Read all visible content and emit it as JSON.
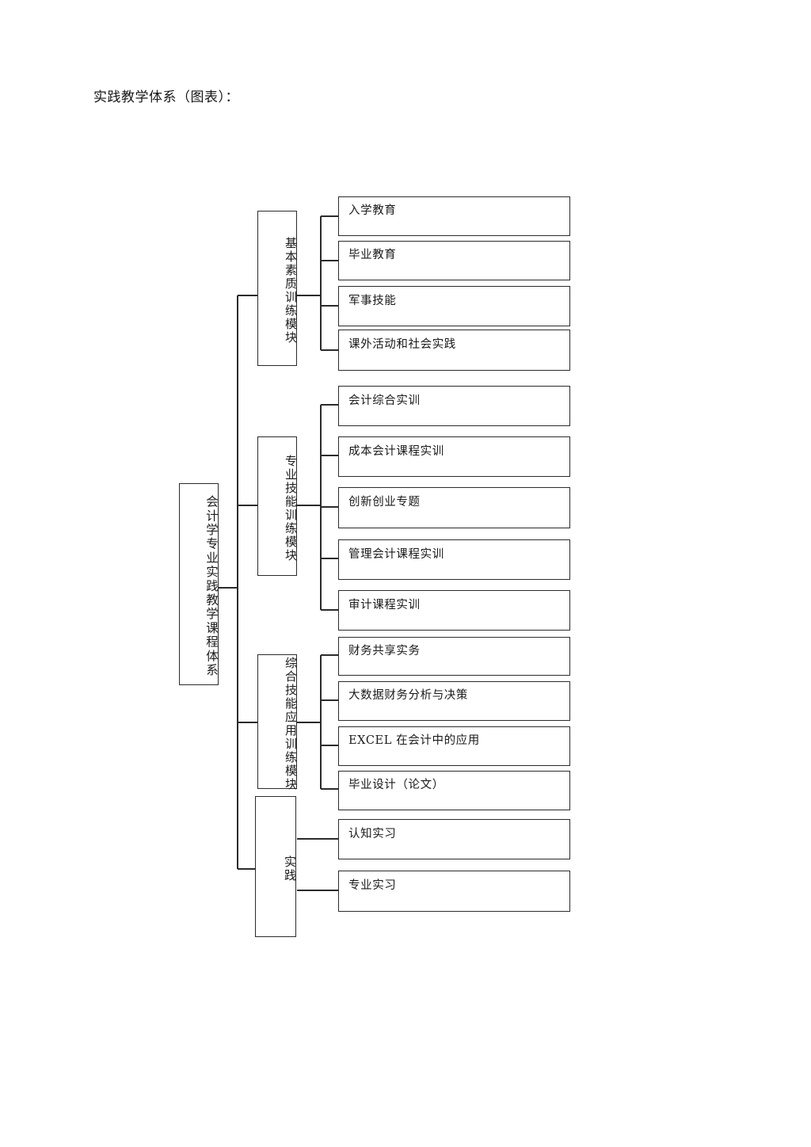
{
  "page": {
    "heading": "实践教学体系（图表）：",
    "background_color": "#ffffff",
    "line_color": "#2b2b2b",
    "text_color": "#1a1a1a"
  },
  "diagram": {
    "type": "tree-org-chart",
    "orientation": "left-to-right",
    "root": {
      "label": "会计学专业实践教学课程体系",
      "text_direction": "vertical"
    },
    "modules": [
      {
        "label": "基本素质训练模块",
        "text_direction": "vertical",
        "leaves": [
          {
            "label": "入学教育"
          },
          {
            "label": "毕业教育"
          },
          {
            "label": "军事技能"
          },
          {
            "label": "课外活动和社会实践"
          }
        ]
      },
      {
        "label": "专业技能训练模块",
        "text_direction": "vertical",
        "leaves": [
          {
            "label": "会计综合实训"
          },
          {
            "label": "成本会计课程实训"
          },
          {
            "label": "创新创业专题"
          },
          {
            "label": "管理会计课程实训"
          },
          {
            "label": "审计课程实训"
          }
        ]
      },
      {
        "label": "综合技能应用训练模块",
        "text_direction": "vertical",
        "leaves": [
          {
            "label": "财务共享实务"
          },
          {
            "label": "大数据财务分析与决策"
          },
          {
            "label": "EXCEL 在会计中的应用"
          },
          {
            "label": "毕业设计（论文）"
          }
        ]
      },
      {
        "label": "实践",
        "text_direction": "vertical",
        "leaves": [
          {
            "label": "认知实习"
          },
          {
            "label": "专业实习"
          }
        ]
      }
    ]
  }
}
